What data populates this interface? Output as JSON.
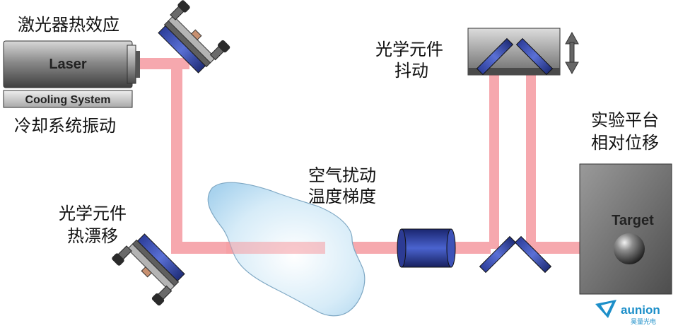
{
  "labels": {
    "laser_thermal": "激光器热效应",
    "laser": "Laser",
    "cooling_system": "Cooling System",
    "cooling_vibration": "冷却系统振动",
    "optic_jitter_line1": "光学元件",
    "optic_jitter_line2": "抖动",
    "platform_line1": "实验平台",
    "platform_line2": "相对位移",
    "air_line1": "空气扰动",
    "air_line2": "温度梯度",
    "optic_drift_line1": "光学元件",
    "optic_drift_line2": "热漂移",
    "target": "Target"
  },
  "logo": {
    "name": "aunion",
    "subtitle": "昊量光电"
  },
  "colors": {
    "beam": "#f59aa0",
    "beam_arrow": "#d9434f",
    "mirror_blue": "#3a4fb0",
    "cloud": "#bfe0f4",
    "target_box": "#6e6e6e",
    "logo": "#1d8fc9"
  }
}
